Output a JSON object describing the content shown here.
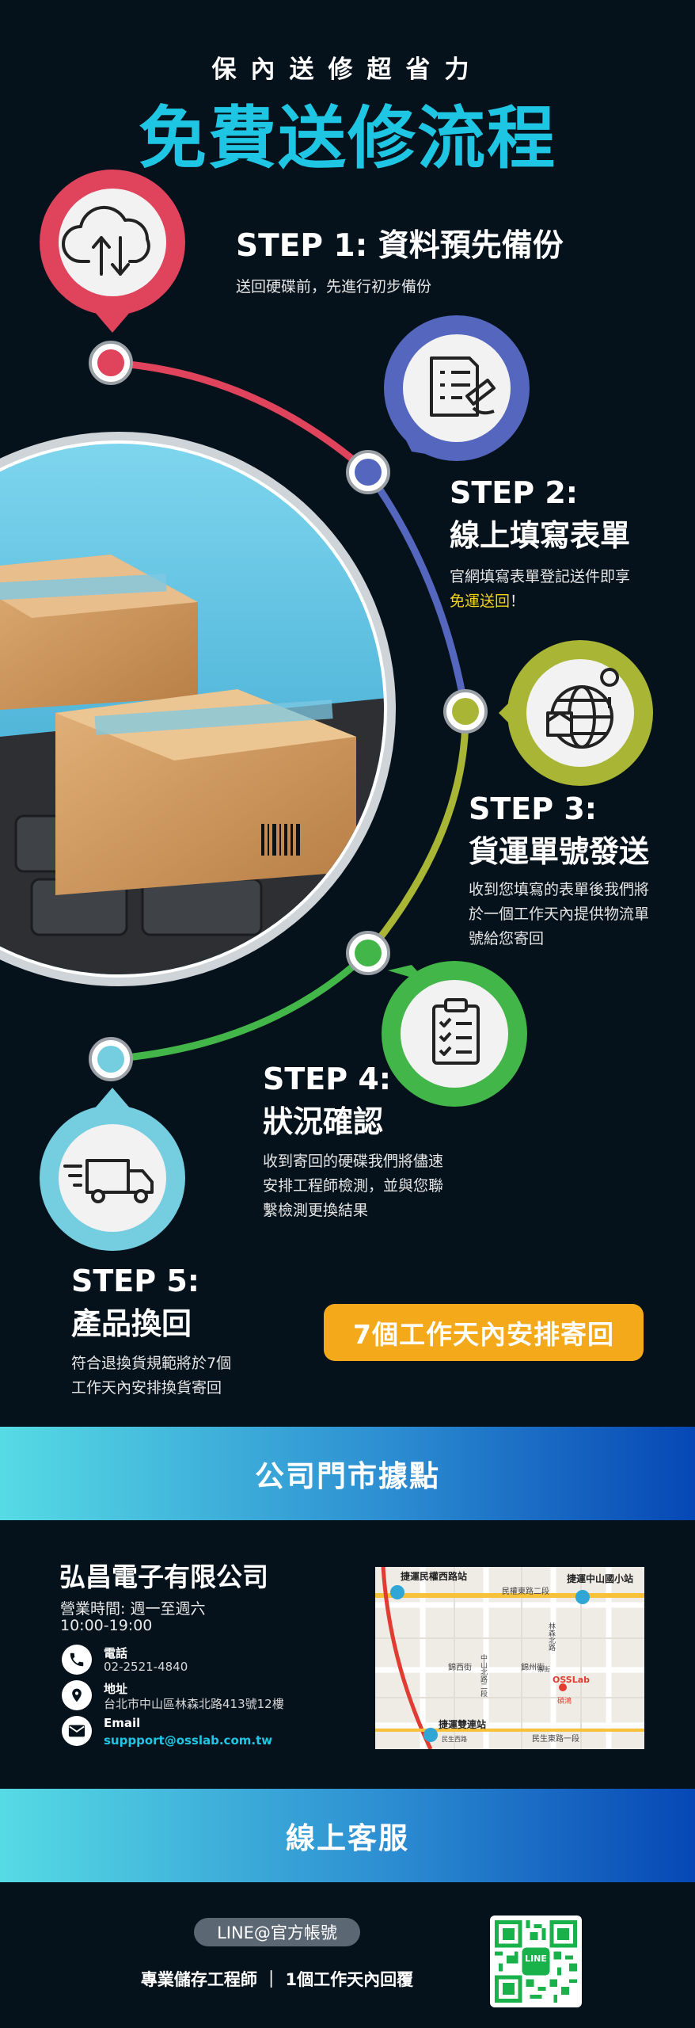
{
  "header": {
    "subtitle": "保內送修超省力",
    "title": "免費送修流程"
  },
  "steps": [
    {
      "title": "STEP 1: 資料預先備份",
      "desc": "送回硬碟前，先進行初步備份",
      "color": "#e0435c",
      "icon": "cloud-transfer-icon"
    },
    {
      "title_line1": "STEP 2:",
      "title_line2": "線上填寫表單",
      "desc_line1": "官網填寫表單登記送件即享",
      "desc_hl": "免運送回",
      "desc_end": "！",
      "color": "#5566bf",
      "icon": "form-signing-icon"
    },
    {
      "title_line1": "STEP 3:",
      "title_line2": "貨運單號發送",
      "desc_lines": [
        "收到您填寫的表單後我們將",
        "於一個工作天內提供物流單",
        "號給您寄回"
      ],
      "color": "#a9b534",
      "icon": "global-shipping-icon"
    },
    {
      "title_line1": "STEP 4:",
      "title_line2": "狀況確認",
      "desc_lines": [
        "收到寄回的硬碟我們將儘速",
        "安排工程師檢測，並與您聯",
        "繫檢測更換結果"
      ],
      "color": "#43b64a",
      "icon": "checklist-icon"
    },
    {
      "title_line1": "STEP 5:",
      "title_line2": "產品換回",
      "desc_lines": [
        "符合退換貨規範將於7個",
        "工作天內安排換貨寄回"
      ],
      "color": "#75cde0",
      "icon": "delivery-truck-icon"
    }
  ],
  "cta": {
    "label": "7個工作天內安排寄回",
    "color": "#f4a91a"
  },
  "stores": {
    "heading": "公司門市據點",
    "company": "弘昌電子有限公司",
    "hours_label": "營業時間: 週一至週六",
    "hours": "10:00-19:00",
    "phone_label": "電話",
    "phone": "02-2521-4840",
    "address_label": "地址",
    "address": "台北市中山區林森北路413號12樓",
    "email_label": "Email",
    "email": "suppport@osslab.com.tw",
    "map": {
      "station_top_left": "捷運民權西路站",
      "station_top_right": "捷運中山國小站",
      "station_bottom": "捷運雙連站",
      "road_minquan": "民權東路二段",
      "road_jinzhou": "錦州街",
      "road_jinxi": "錦西街",
      "road_zhongshan": "中山北路二段",
      "road_linsen": "林森北路",
      "road_minsheng": "民生東路一段",
      "road_minsheng_w": "民生西路",
      "pin_label": "OSSLab",
      "pin_sub": "碩鴻",
      "shop": "茶街"
    }
  },
  "support": {
    "heading": "線上客服",
    "line_label": "LINE@官方帳號",
    "footer": "專業儲存工程師 ｜ 1個工作天內回覆",
    "qr_text": "LINE"
  }
}
